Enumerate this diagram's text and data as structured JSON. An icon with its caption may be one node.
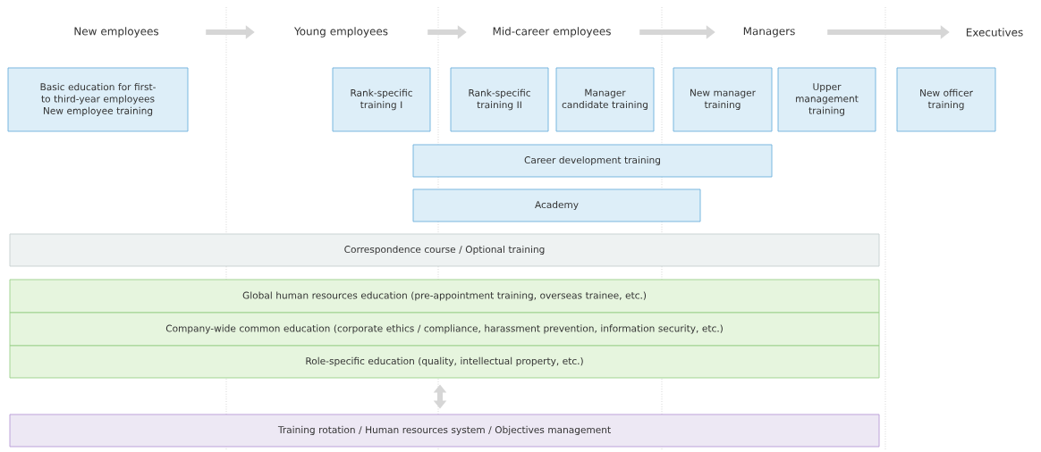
{
  "diagram": {
    "nodes": [
      {
        "text": [
          "New employees"
        ]
      },
      {
        "text": [
          "Young employees"
        ]
      },
      {
        "text": [
          "Mid-career employees"
        ]
      },
      {
        "text": [
          "Managers"
        ]
      },
      {
        "text": [
          "Executives"
        ]
      },
      {
        "text": [
          "Basic education for first- to third-year employees",
          "New employee training"
        ]
      },
      {
        "text": [
          "Rank-specific training I"
        ]
      },
      {
        "text": [
          "Rank-specific training II"
        ]
      },
      {
        "text": [
          "Manager candidate training"
        ]
      },
      {
        "text": [
          "New manager training"
        ]
      },
      {
        "text": [
          "Upper management training"
        ]
      },
      {
        "text": [
          "New officer training"
        ]
      },
      {
        "text": [
          "Career development training"
        ]
      },
      {
        "text": [
          "Academy"
        ]
      },
      {
        "text": [
          "Correspondence course / Optional training"
        ]
      },
      {
        "text": [
          "Global human resources education (pre-appointment training, overseas trainee, etc.)"
        ]
      },
      {
        "text": [
          "Company-wide common education (corporate ethics / compliance, harassment prevention, information security, etc.)"
        ]
      },
      {
        "text": [
          "Role-specific education (quality, intellectual property, etc.)"
        ]
      },
      {
        "text": [
          "Training rotation / Human resources system / Objectives management"
        ]
      }
    ],
    "edges": [
      {
        "from": 0,
        "to": 1,
        "arrow": "to"
      },
      {
        "from": 1,
        "to": 2,
        "arrow": "to"
      },
      {
        "from": 2,
        "to": 3,
        "arrow": "to"
      },
      {
        "from": 3,
        "to": 4,
        "arrow": "to"
      },
      {
        "from": 17,
        "to": 18,
        "arrow": "both"
      }
    ]
  }
}
